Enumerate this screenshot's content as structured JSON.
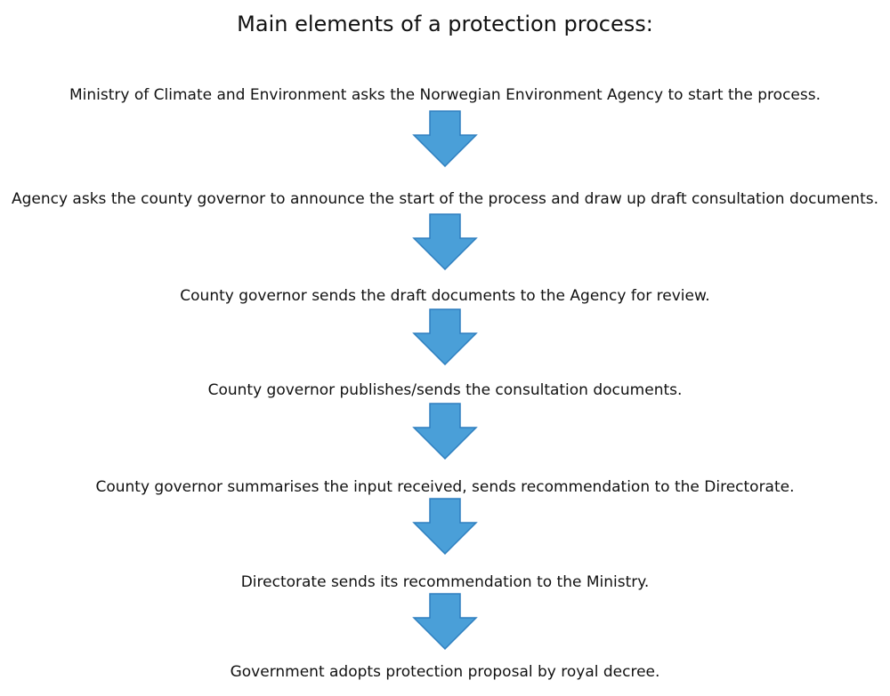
{
  "title": "Main elements of a protection process:",
  "steps": [
    "Ministry of Climate and Environment asks the Norwegian Environment Agency to start the process.",
    "Agency asks the county governor to announce the start of the process and draw up draft consultation documents.",
    "County governor sends the draft documents to the Agency for review.",
    "County governor publishes/sends the consultation documents.",
    "County governor summarises the input received, sends recommendation to the Directorate.",
    "Directorate sends its recommendation to the Ministry.",
    "Government adopts protection proposal by royal decree."
  ],
  "arrow_fill": "#4a9fd8",
  "arrow_stroke": "#2e7fbf",
  "icons": [
    "down-arrow-icon"
  ]
}
